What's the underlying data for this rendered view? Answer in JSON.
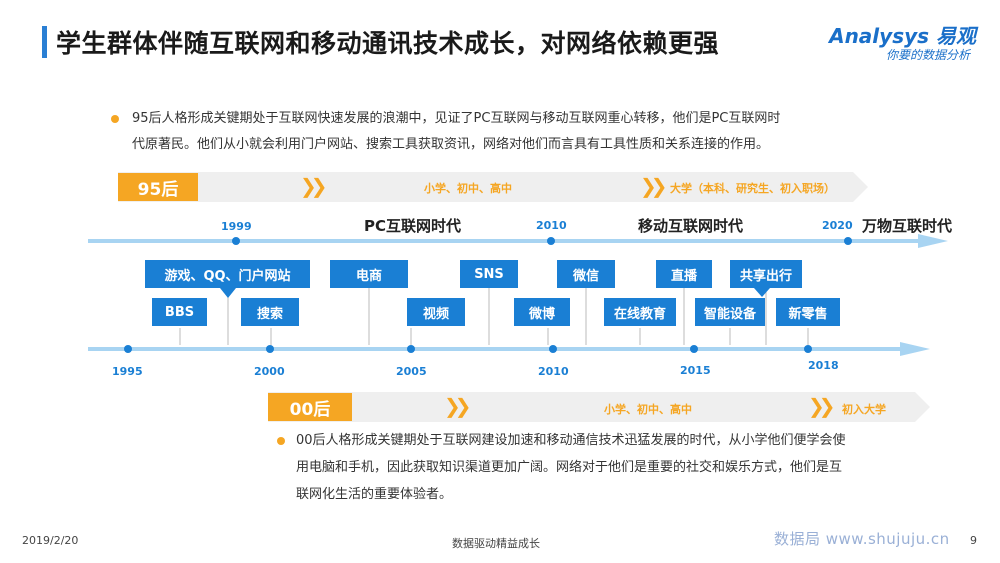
{
  "header": {
    "title": "学生群体伴随互联网和移动通讯技术成长，对网络依赖更强",
    "logo_text": "nalysys 易观",
    "logo_prefix": "A",
    "logo_tagline": "你要的数据分析"
  },
  "intro": {
    "text_line1": "95后人格形成关键期处于互联网快速发展的浪潮中，见证了PC互联网与移动互联网重心转移，他们是PC互联网时",
    "text_line2": "代原著民。他们从小就会利用门户网站、搜索工具获取资讯，网络对他们而言具有工具性质和关系连接的作用。"
  },
  "band_95": {
    "label": "95后",
    "stage1": "小学、初中、高中",
    "stage2": "大学（本科、研究生、初入职场）"
  },
  "timeline_top": {
    "years": [
      "1999",
      "2010",
      "2020"
    ],
    "eras": [
      "PC互联网时代",
      "移动互联网时代",
      "万物互联时代"
    ]
  },
  "timeline_bottom": {
    "years": [
      "1995",
      "2000",
      "2005",
      "2010",
      "2015",
      "2018"
    ]
  },
  "tags": {
    "games": "游戏、QQ、门户网站",
    "bbs": "BBS",
    "search": "搜索",
    "ecommerce": "电商",
    "video": "视频",
    "sns": "SNS",
    "weibo": "微博",
    "wechat": "微信",
    "edu": "在线教育",
    "live": "直播",
    "smart": "智能设备",
    "sharing": "共享出行",
    "retail": "新零售"
  },
  "band_00": {
    "label": "00后",
    "stage1": "小学、初中、高中",
    "stage2": "初入大学"
  },
  "outro": {
    "text_line1": "00后人格形成关键期处于互联网建设加速和移动通信技术迅猛发展的时代，从小学他们便学会使",
    "text_line2": "用电脑和手机，因此获取知识渠道更加广阔。网络对于他们是重要的社交和娱乐方式，他们是互",
    "text_line3": "联网化生活的重要体验者。"
  },
  "footer": {
    "date": "2019/2/20",
    "center": "数据驱动精益成长",
    "watermark": "数据局  www.shujuju.cn",
    "page": "9"
  }
}
